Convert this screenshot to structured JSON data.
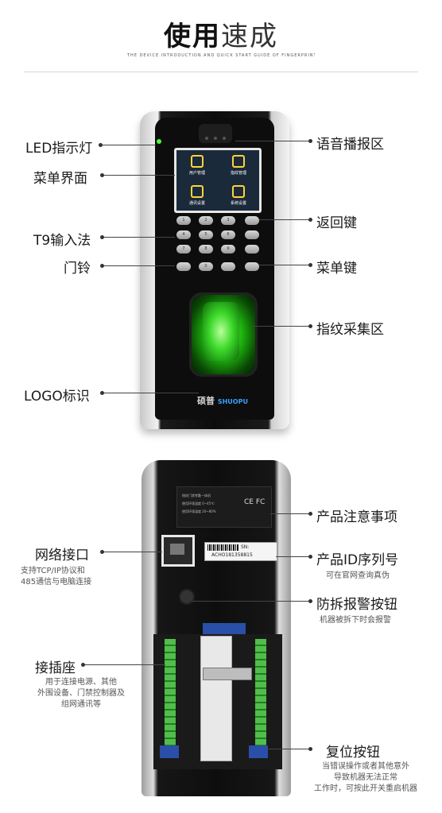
{
  "title": {
    "bold": "使用",
    "light": "速成"
  },
  "subtitle": "THE DEVICE INTRODUCTION AND QUICK START GUIDE OF FINGERPRINT ACCESS CONTROL TERMINAL",
  "front_labels": {
    "led": "LED指示灯",
    "menu_interface": "菜单界面",
    "t9": "T9输入法",
    "doorbell": "门铃",
    "logo": "LOGO标识",
    "voice": "语音播报区",
    "back_key": "返回键",
    "menu_key": "菜单键",
    "fingerprint": "指纹采集区"
  },
  "screen": {
    "items": [
      "用户管理",
      "指纹管理",
      "通讯设置",
      "系统设置"
    ]
  },
  "keypad": {
    "keys": [
      "1",
      "2",
      "3",
      "",
      "4",
      "5",
      "6",
      "",
      "7",
      "8",
      "9",
      "",
      "",
      "0",
      "",
      ""
    ]
  },
  "device_logo": {
    "brand": "硕普",
    "tag": "SHUOPU"
  },
  "back_labels": {
    "notice": "产品注意事项",
    "network": "网络接口",
    "network_sub": "支持TCP/IP协议和\n485通信与电脑连接",
    "product_id": "产品ID序列号",
    "product_id_sub": "可在官网查询真伪",
    "tamper": "防拆报警按钮",
    "tamper_sub": "机器被拆下时会报警",
    "socket": "接插座",
    "socket_sub": "用于连接电源、其他\n外围设备、门禁控制器及\n组网通讯等",
    "reset": "复位按钮",
    "reset_sub": "当错误操作或者其他意外\n导致机器无法正常\n工作时，可按此开关重启机器"
  },
  "plate": {
    "line1": "指纹门禁考勤一体机",
    "line2": "使用环境温度  0~45℃",
    "line3": "使用环境湿度  20~80%",
    "marks": "CE FC"
  },
  "id_label": {
    "prefix": "SN:",
    "code": "ACHO181358815"
  }
}
